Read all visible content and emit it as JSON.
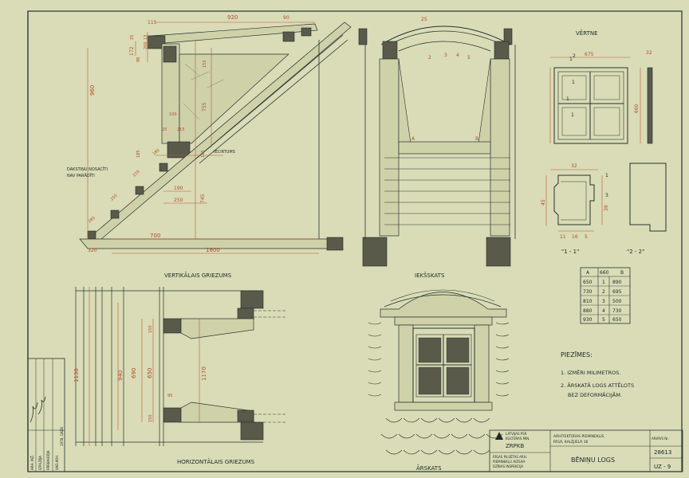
{
  "colors": {
    "paper": "#d9dcb6",
    "ink": "#1e2a2a",
    "dimension": "#b54a2c"
  },
  "views": {
    "vertical_section": "VERTIKĀLAIS GRIEZUMS",
    "inner_view": "IEKŠSKATS",
    "sash": "VĒRTNE",
    "horizontal_section": "HORIZONTĀLAIS GRIEZUMS",
    "outer_view": "ĀRSKATS",
    "section_1": "\"1 - 1\"",
    "section_2": "\"2 - 2\""
  },
  "annotations": {
    "no_rafters": [
      "DAKSTIŅU NOSACĪTI",
      "NAV PARĀDĪTI"
    ],
    "cut": "IECIRTUMS"
  },
  "dimensions": {
    "vertical": [
      "115",
      "920",
      "90",
      "25",
      "172",
      "98",
      "960",
      "13",
      "200",
      "100",
      "755",
      "155",
      "25",
      "215",
      "185",
      "125",
      "280",
      "250",
      "220",
      "185",
      "190",
      "250",
      "745",
      "320",
      "1800",
      "700"
    ],
    "horizontal": [
      "1130",
      "940",
      "650",
      "690",
      "1170",
      "150",
      "150",
      "95"
    ],
    "inner": [
      "25",
      "2",
      "3",
      "4",
      "5",
      "A",
      "B"
    ],
    "sash": [
      "1",
      "2",
      "675",
      "32",
      "1",
      "1",
      "1",
      "660"
    ],
    "profiles": [
      "32",
      "1",
      "3",
      "11",
      "16",
      "5",
      "45",
      "39"
    ]
  },
  "table": {
    "headers": [
      "A",
      "660",
      "B"
    ],
    "rows": [
      [
        "650",
        "1",
        "890"
      ],
      [
        "730",
        "2",
        "695"
      ],
      [
        "810",
        "3",
        "500"
      ],
      [
        "880",
        "4",
        "730"
      ],
      [
        "930",
        "5",
        "650"
      ]
    ]
  },
  "notes": {
    "title": "PIEZĪMES:",
    "items": [
      "1. IZMĒRI MILIMETROS.",
      "2. ĀRSKATĀ LOGS ATTĒLOTS",
      "BEZ DEFORMĀCIJĀM."
    ]
  },
  "title_block": {
    "org": [
      "LATVIJAS PSR",
      "KULTŪRAS MIN.",
      "ZRPKB"
    ],
    "office": [
      "RĪGAS PILSĒTAS ARH.",
      "PIEMINEKĻU AIZSAR-",
      "DZĪBAS INSPEKCIJA"
    ],
    "project": [
      "ARHITEKTŪRAS PIEMINEKLIS",
      "RĪGĀ, KALĒJIELĀ 16"
    ],
    "drawing_title": "BĒNIŅU LOGS",
    "archive_label": "ARHĪVS Nr.",
    "archive_no": "28613",
    "sheet_code": "UZ - 9",
    "side_labels": [
      "ARH. INŽ.",
      "IZPILDĪJA",
      "PĀRBAUDĪJA",
      "VAD.ARH.",
      "1978. GADS"
    ]
  }
}
